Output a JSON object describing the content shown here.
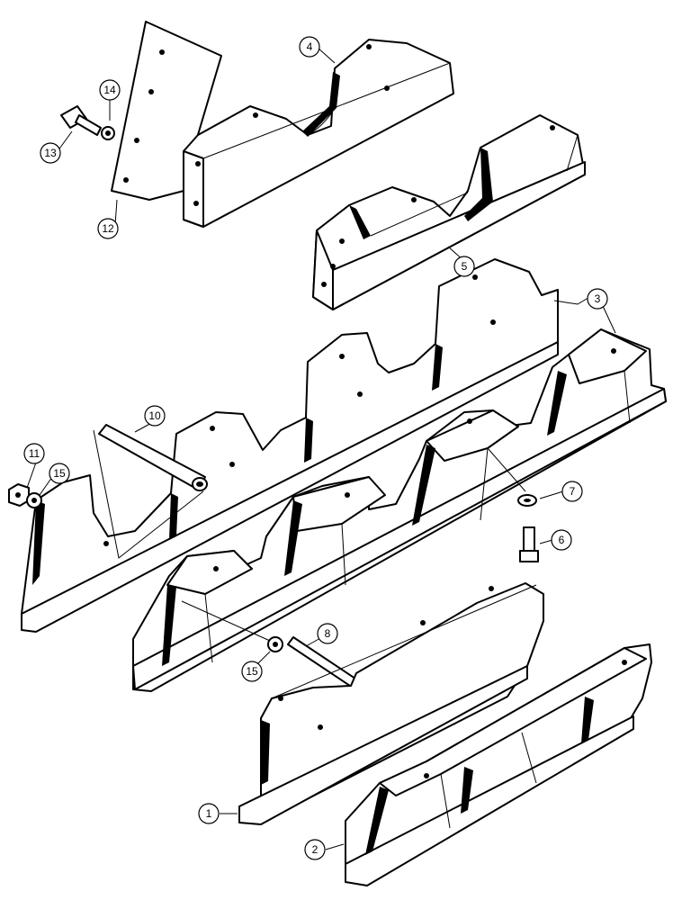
{
  "callouts": [
    {
      "id": "c1",
      "label": "1"
    },
    {
      "id": "c2",
      "label": "2"
    },
    {
      "id": "c3",
      "label": "3"
    },
    {
      "id": "c4",
      "label": "4"
    },
    {
      "id": "c5",
      "label": "5"
    },
    {
      "id": "c6",
      "label": "6"
    },
    {
      "id": "c7",
      "label": "7"
    },
    {
      "id": "c8",
      "label": "8"
    },
    {
      "id": "c10",
      "label": "10"
    },
    {
      "id": "c11",
      "label": "11"
    },
    {
      "id": "c12",
      "label": "12"
    },
    {
      "id": "c13",
      "label": "13"
    },
    {
      "id": "c14",
      "label": "14"
    },
    {
      "id": "c15a",
      "label": "15"
    },
    {
      "id": "c15b",
      "label": "15"
    }
  ]
}
